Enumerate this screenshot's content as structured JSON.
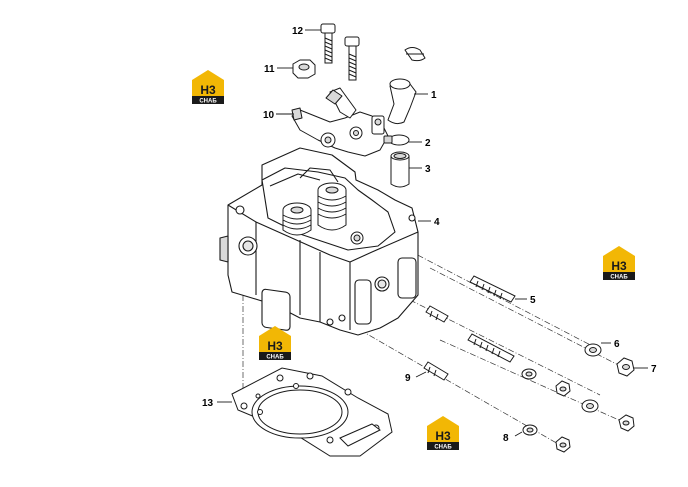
{
  "callouts": [
    {
      "id": "1",
      "label": "1"
    },
    {
      "id": "2",
      "label": "2"
    },
    {
      "id": "3",
      "label": "3"
    },
    {
      "id": "4",
      "label": "4"
    },
    {
      "id": "5",
      "label": "5"
    },
    {
      "id": "6",
      "label": "6"
    },
    {
      "id": "7",
      "label": "7"
    },
    {
      "id": "8",
      "label": "8"
    },
    {
      "id": "9",
      "label": "9"
    },
    {
      "id": "10",
      "label": "10"
    },
    {
      "id": "11",
      "label": "11"
    },
    {
      "id": "12",
      "label": "12"
    },
    {
      "id": "13",
      "label": "13"
    }
  ],
  "watermark": {
    "brand_mark": "H3",
    "brand_name": "СНАБ",
    "colors": {
      "accent": "#f2b705",
      "dark": "#1a1a1a",
      "text_light": "#ffffff"
    }
  },
  "colors": {
    "line": "#1a1a1a",
    "fill": "#ffffff",
    "shade": "#d9d9d9"
  }
}
